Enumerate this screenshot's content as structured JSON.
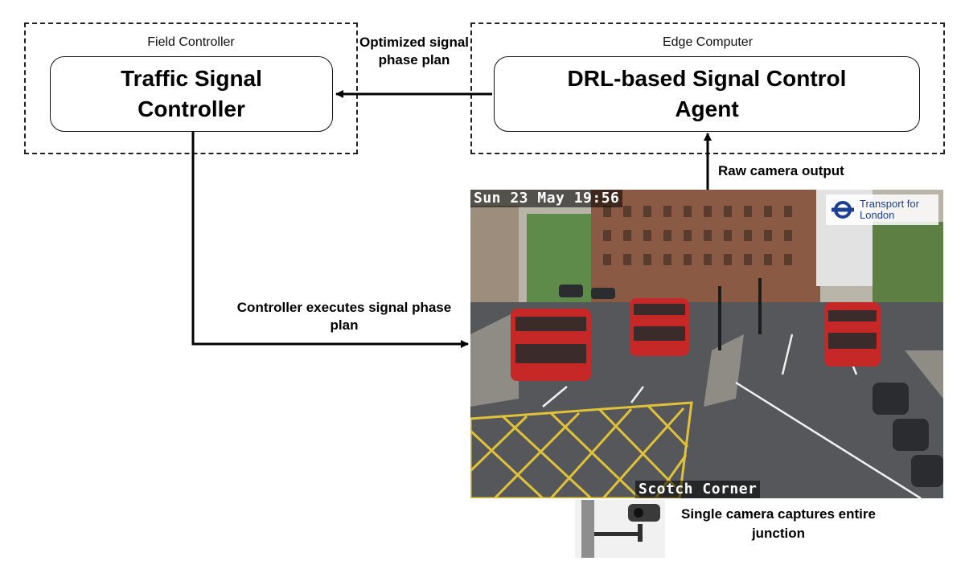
{
  "field_controller": {
    "group_label": "Field Controller",
    "block_label": "Traffic Signal Controller"
  },
  "edge_computer": {
    "group_label": "Edge Computer",
    "block_label": "DRL-based Signal Control Agent"
  },
  "arrows": {
    "edge_to_controller": "Optimized signal phase plan",
    "camera_to_edge": "Raw camera output",
    "controller_to_junction": "Controller executes signal phase plan"
  },
  "camera_feed": {
    "timestamp": "Sun 23 May 19:56",
    "location": "Scotch Corner",
    "logo_text": "Transport for London"
  },
  "camera_caption": "Single camera captures entire junction",
  "colors": {
    "bus_red": "#c62828",
    "road_yellow": "#e0c23a",
    "tfl_blue": "#1c3f94",
    "tfl_red": "#dc241f"
  }
}
